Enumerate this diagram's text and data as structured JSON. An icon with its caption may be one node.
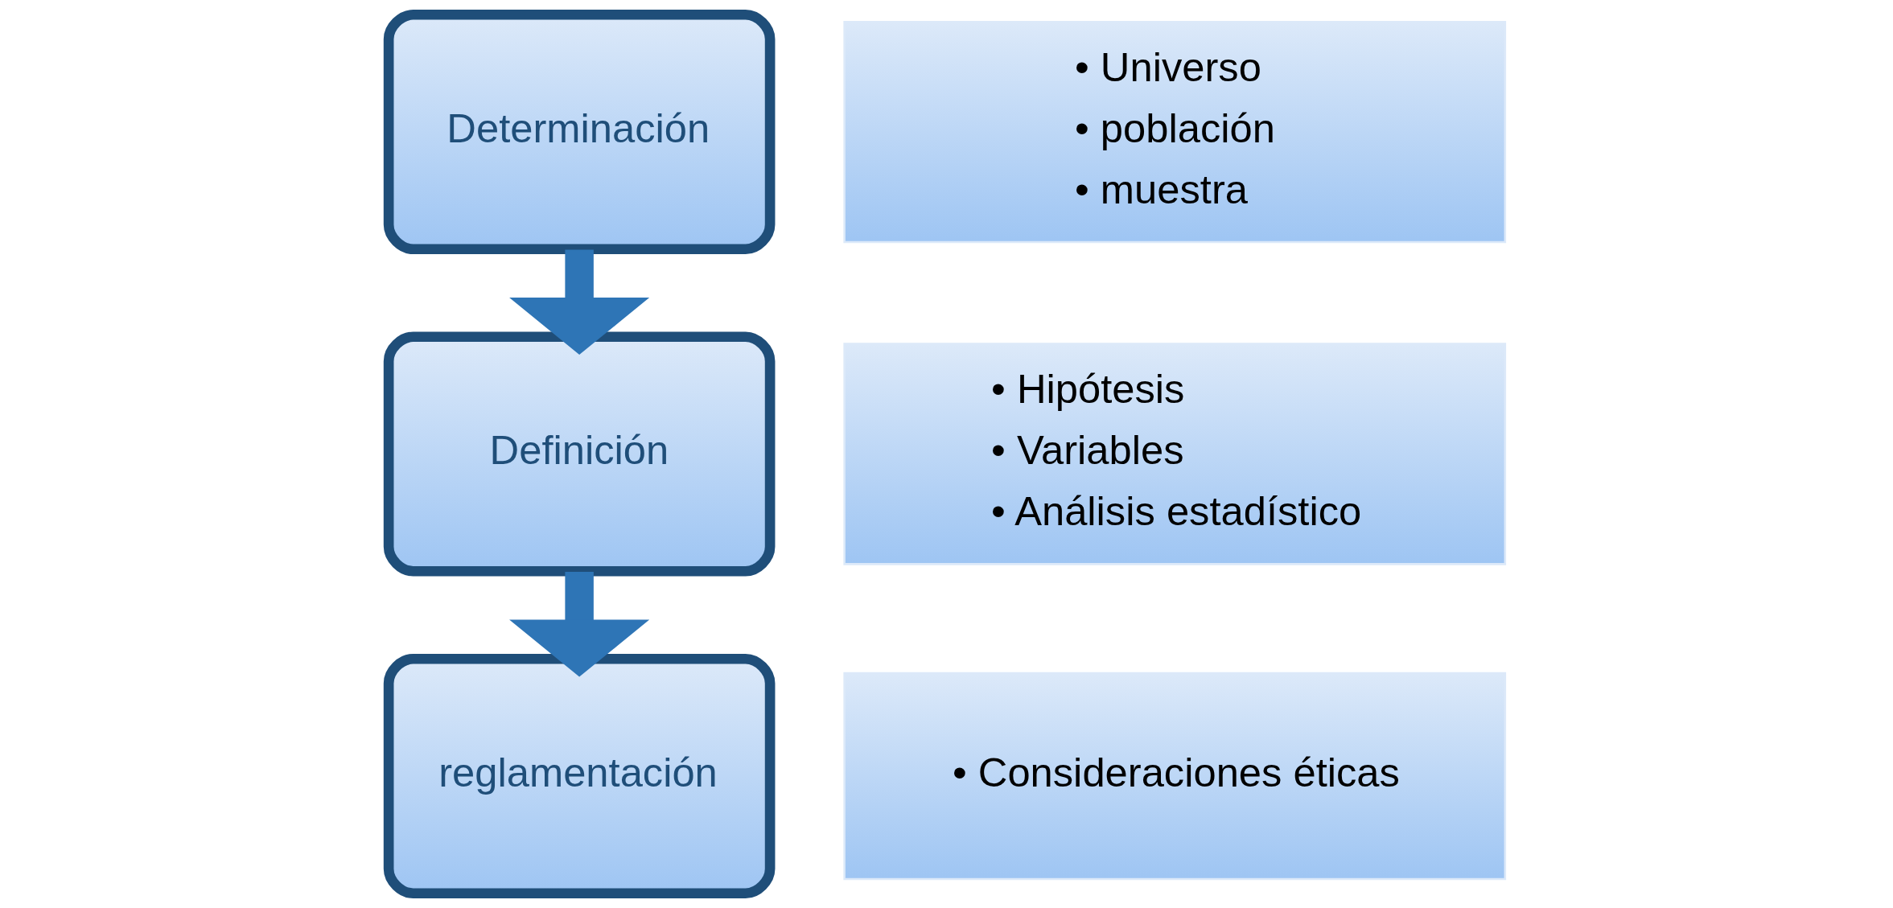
{
  "diagram": {
    "nodes": [
      {
        "text": [
          "Determinación"
        ]
      },
      {
        "text": [
          "• Universo",
          "• población",
          "• muestra"
        ]
      },
      {
        "text": [
          "Definición"
        ]
      },
      {
        "text": [
          "• Hipótesis",
          "• Variables",
          "• Análisis estadístico"
        ]
      },
      {
        "text": [
          "reglamentación"
        ]
      },
      {
        "text": [
          "• Consideraciones éticas"
        ]
      }
    ],
    "edges": [
      {
        "from": 0,
        "to": 2,
        "arrow": "to"
      },
      {
        "from": 2,
        "to": 4,
        "arrow": "to"
      }
    ]
  }
}
